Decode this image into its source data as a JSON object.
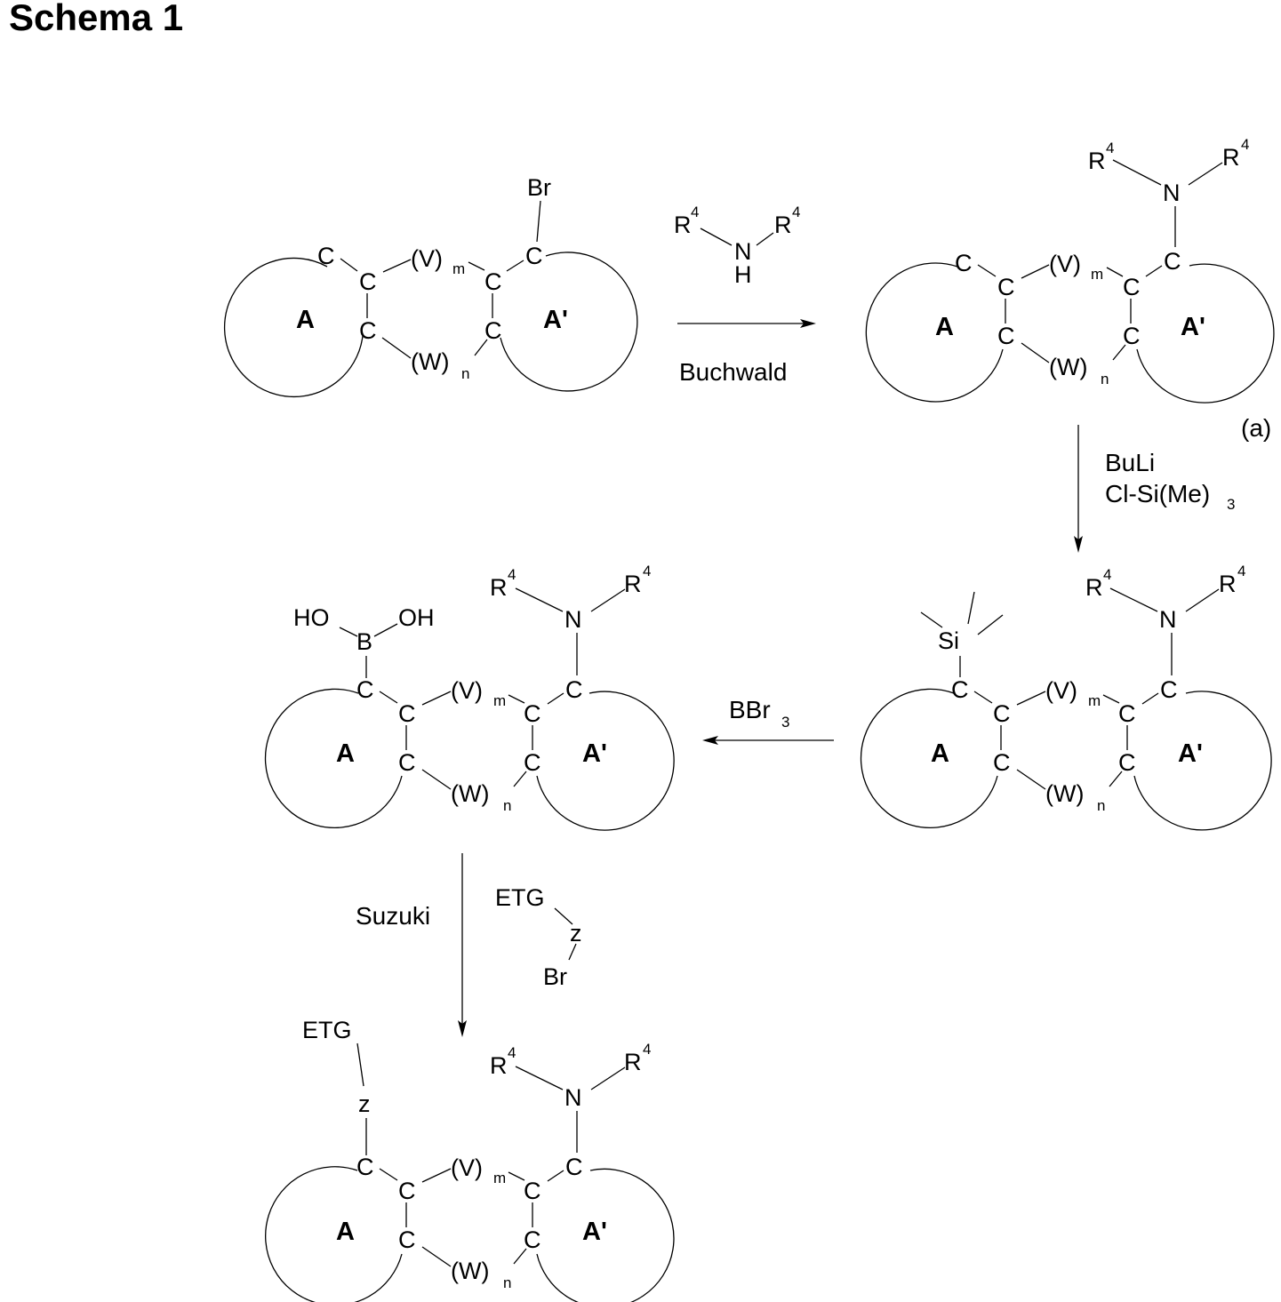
{
  "title": "Schema 1",
  "labels": {
    "carbon": "C",
    "nitrogen": "N",
    "hydrogen": "H",
    "bromine": "Br",
    "boron": "B",
    "silicon": "Si",
    "hydroxyl": "OH",
    "hydroxyl_left": "HO",
    "etg": "ETG",
    "z": "z",
    "r": "R",
    "r_superscript": "4",
    "v_group": "(V)",
    "v_subscript": "m",
    "w_group": "(W)",
    "w_subscript": "n",
    "ring_a": "A",
    "ring_a_prime": "A'",
    "compound_a": "(a)"
  },
  "reactions": {
    "buchwald": "Buchwald",
    "buli": "BuLi",
    "clsi": "Cl-Si(Me)",
    "clsi_subscript": "3",
    "bbr": "BBr",
    "bbr_subscript": "3",
    "suzuki": "Suzuki"
  },
  "colors": {
    "ink": "#000000",
    "background": "#ffffff"
  }
}
